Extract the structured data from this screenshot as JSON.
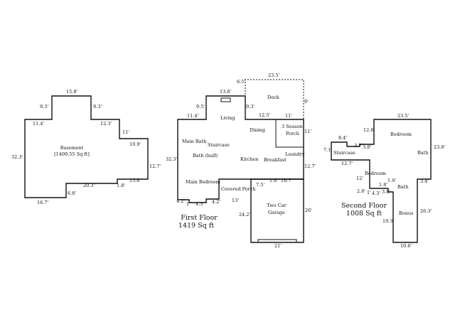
{
  "basement": {
    "label": "Basement",
    "area": "[1409.55 Sq ft]",
    "dims": {
      "top": "15.8'",
      "top_left": "9.3'",
      "top_right": "9.3'",
      "shoulder_left": "11.4'",
      "shoulder_right": "12.3'",
      "right_step": "11'",
      "right_mid": "10.9'",
      "right_low": "12.7'",
      "left": "32.3'",
      "bottom": "16.7'",
      "inner_v": "6.8'",
      "inner_h": "20.3'",
      "small": "1.8'",
      "lower_right": "13.6'"
    }
  },
  "first_floor": {
    "title": "First Floor",
    "area": "1419 Sq ft",
    "rooms": {
      "living": "Living",
      "main_bath": "Main Bath",
      "staircase": "Staircase",
      "bath_half": "Bath (half)",
      "dining": "Dining",
      "three_season_1": "3 Season",
      "three_season_2": "Porch",
      "kitchen": "Kitchen",
      "breakfast": "Breakfast",
      "laundry": "Laundry",
      "main_bedroom": "Main Bedroom",
      "covered_porch": "Covered Porch",
      "garage_1": "Two Car",
      "garage_2": "Garage",
      "deck": "Deck"
    },
    "dims": {
      "deck_top": "23.5'",
      "deck_left": "6.5'",
      "deck_right": "9'",
      "top": "13.8'",
      "top_left": "9.5'",
      "shoulder": "11.4'",
      "dining_in": "9.3'",
      "porch_top": "12.5'",
      "porch_w": "11'",
      "porch_side": "11'",
      "left": "32.3'",
      "right": "12.7'",
      "g_top_a": "7.5'",
      "g_top_b": "1.8'",
      "g_top_c": "18.7'",
      "bl_a": "4.2'",
      "bl_b": "1'",
      "bl_c": "4.3'",
      "bl_d": "4.2'",
      "porch_dim": "13'",
      "garage_left": "24.2'",
      "garage_right": "26'",
      "garage_bottom": "21'"
    }
  },
  "second_floor": {
    "title": "Second Floor",
    "area": "1008 Sq ft",
    "rooms": {
      "staircase": "Staircase",
      "bedroom_top": "Bedroom",
      "bath_right": "Bath",
      "bedroom_mid": "Bedroom",
      "bath_low": "Bath",
      "bonus": "Bonus"
    },
    "dims": {
      "top": "23.5'",
      "left_top": "12.6'",
      "stair_top": "8.4'",
      "stair_left": "7.1'",
      "notch_a": "3.7'",
      "notch_b": "3.8'",
      "right": "23.8'",
      "mid_h": "12.7'",
      "mid_v": "12'",
      "right_step": "3.4'",
      "low_a": "2.8'",
      "low_b": "1'",
      "low_c": "4.3'",
      "low_d": "1.8'",
      "low_e": "3.8'",
      "low_f": "1.9'",
      "bonus_left": "19.3'",
      "bonus_right": "26.3'",
      "bottom": "10.6'"
    }
  }
}
